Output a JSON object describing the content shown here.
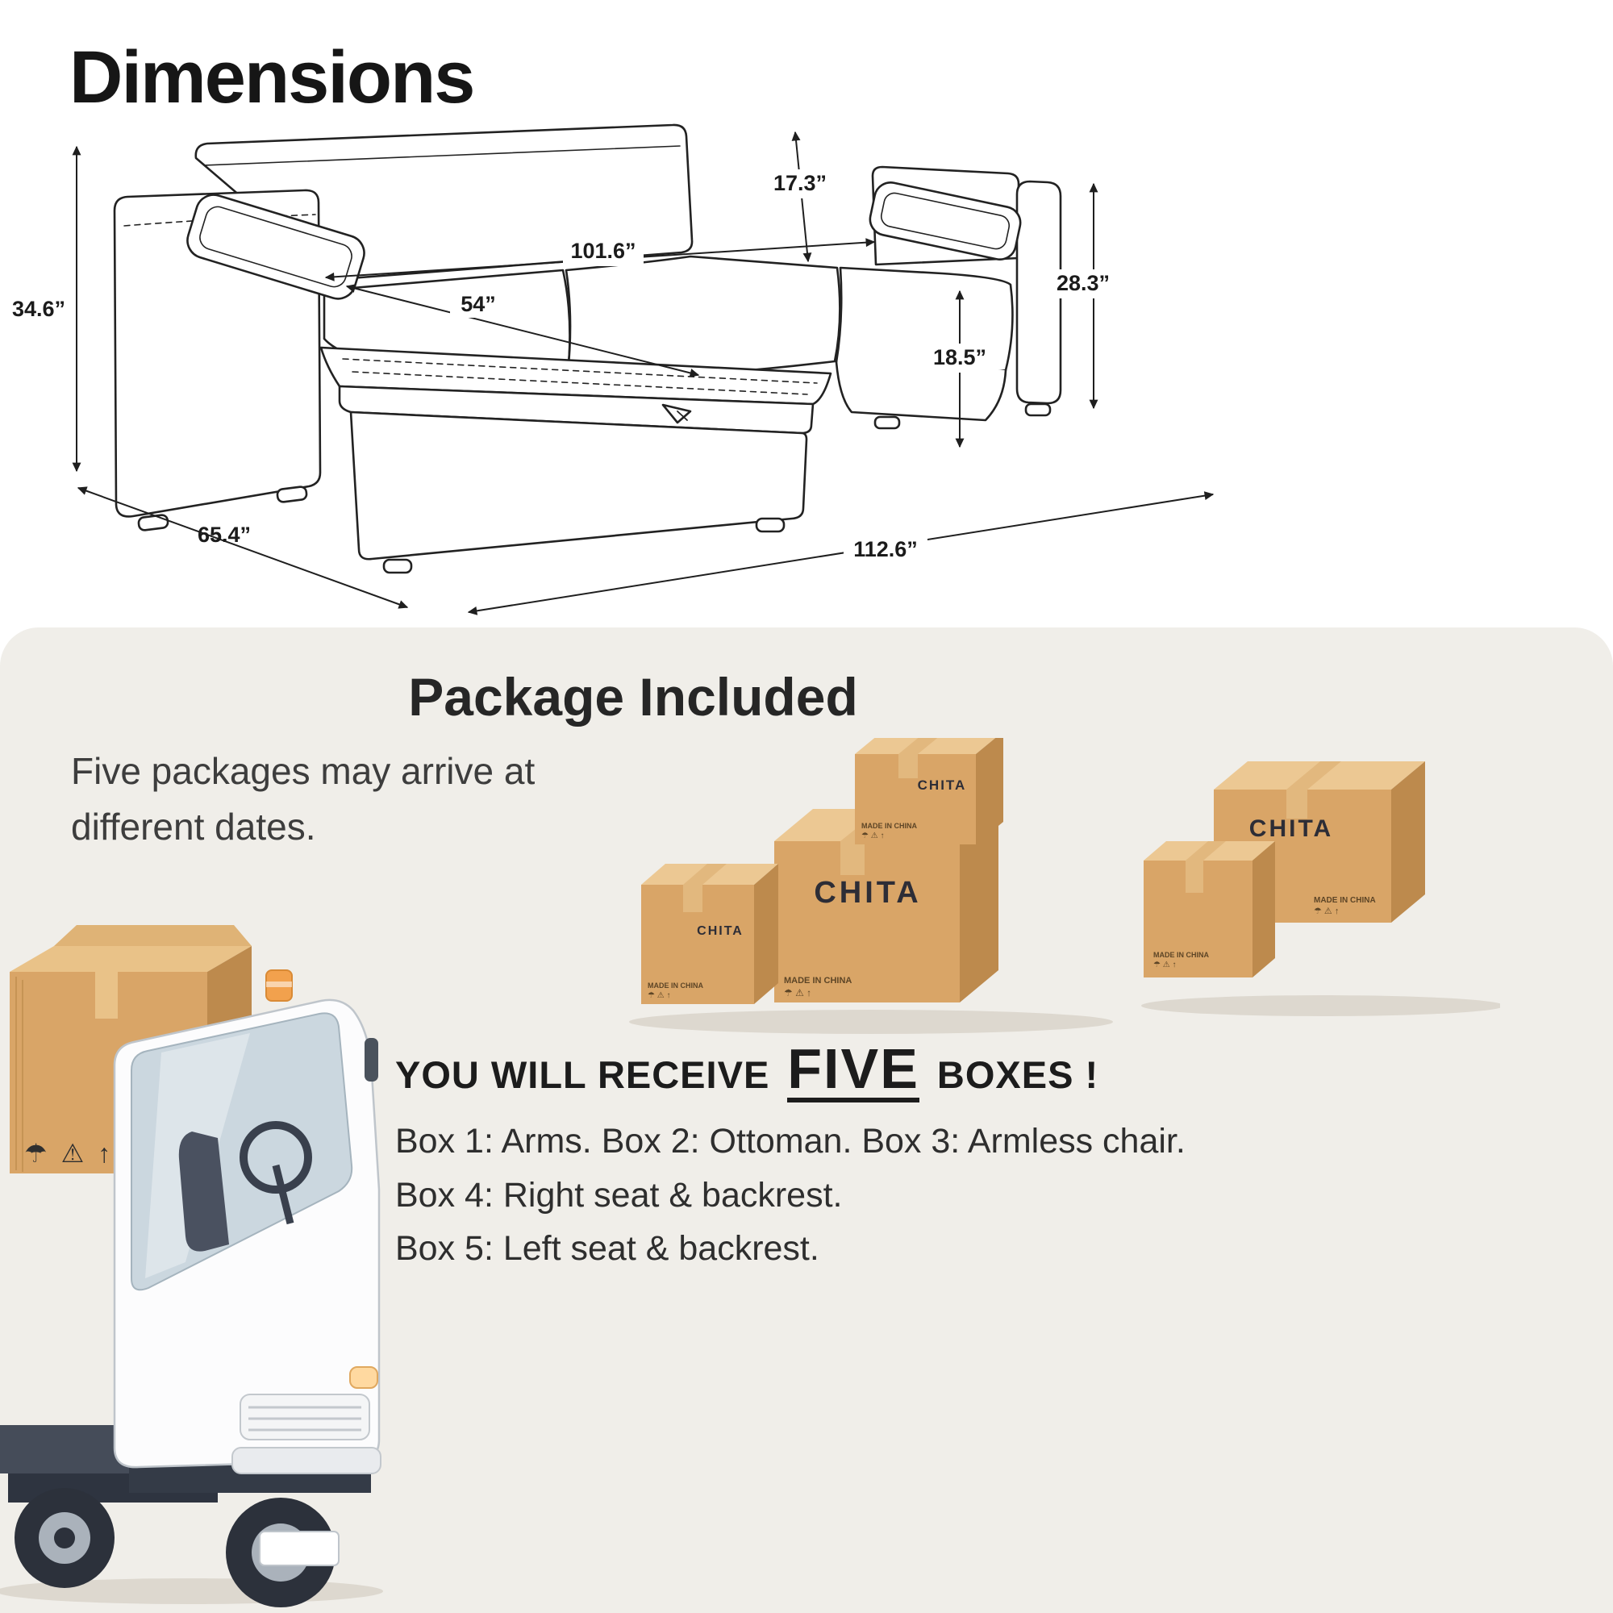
{
  "dimensions": {
    "title": "Dimensions",
    "overall_height": "34.6”",
    "back_cushion_width": "17.3”",
    "interior_width": "101.6”",
    "chaise_length": "54”",
    "back_height": "28.3”",
    "seat_height": "18.5”",
    "overall_depth": "65.4”",
    "overall_width": "112.6”"
  },
  "package": {
    "title": "Package Included",
    "note_line1": "Five packages may arrive at",
    "note_line2": "different dates.",
    "brand": "CHITA",
    "made_in": "MADE IN CHINA",
    "shipping_marks": "☂ ⚠ ↑",
    "receive_prefix": "YOU WILL RECEIVE",
    "receive_count": "FIVE",
    "receive_suffix": "BOXES !",
    "box_lines": [
      "Box 1: Arms. Box 2: Ottoman. Box 3: Armless chair.",
      "Box 4: Right seat & backrest.",
      "Box 5: Left seat & backrest."
    ]
  },
  "colors": {
    "panel_bg": "#f0eee9",
    "line_art": "#222222",
    "box_top": "#ecc893",
    "box_front": "#d9a567",
    "box_side": "#bd8a4d",
    "tape": "#e2b87e",
    "accent_orange": "#f2a14d"
  }
}
